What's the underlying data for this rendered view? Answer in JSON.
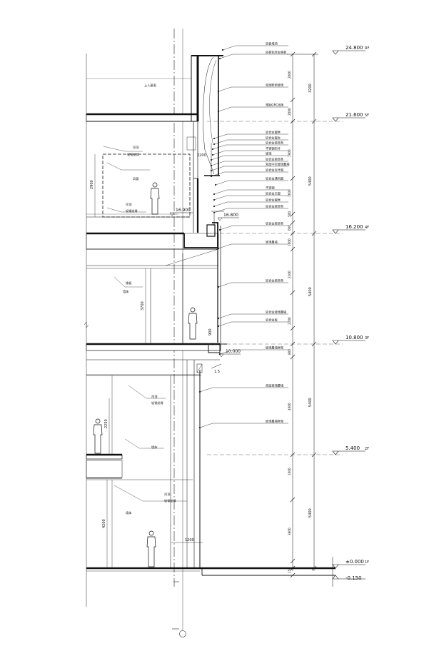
{
  "levels": [
    {
      "value": "24.800",
      "floor": "RF"
    },
    {
      "value": "21.600",
      "floor": "5F"
    },
    {
      "value": "16.200",
      "floor": "4F"
    },
    {
      "value": "10.800",
      "floor": "3F"
    },
    {
      "value": "5.400",
      "floor": "2F"
    },
    {
      "value": "±0.000",
      "floor": "1F"
    }
  ],
  "ground_secondary": "-0.150",
  "spot_levels": {
    "a": "16.900",
    "b": "16.800",
    "c": "10.000"
  },
  "dims_floor": [
    "3200",
    "5400",
    "5400",
    "5400",
    "5400"
  ],
  "dims_detail": [
    "2000",
    "2000",
    "1900",
    "1600",
    "500",
    "600",
    "1000",
    "2200",
    "2200",
    "800",
    "4600",
    "1600",
    "3800",
    "150"
  ],
  "dims_left": [
    "2900",
    "3700",
    "2250",
    "4200"
  ],
  "dims_misc": [
    "2200",
    "900",
    "1200"
  ],
  "slope": "1.5",
  "callouts": [
    "铝板墙顶",
    "铝板铝合金面板",
    "双层断桥玻璃",
    "预制GRC线条",
    "铝合金窗框",
    "铝合金窗台",
    "铝合金装饰条",
    "不锈钢栏杆",
    "玻璃",
    "铝合金装饰条",
    "双层中空玻璃幕墙",
    "铝合金百叶窗",
    "铝合金通风窗",
    "不锈钢",
    "铝合金天窗",
    "铝合金窗框",
    "铝合金装饰条",
    "铝合金装饰条",
    "玻璃幕墙",
    "铝合金装饰条",
    "铝合金玻璃幕墙",
    "铝合金板",
    "玻璃幕墙框架",
    "双层玻璃幕墙",
    "玻璃幕墙框架"
  ],
  "notes": [
    "上人屋面",
    "吊顶",
    "轻钢龙骨",
    "风管",
    "吊顶",
    "轻钢龙骨",
    "楼板",
    "墙体",
    "吊顶",
    "轻钢龙骨",
    "墙体",
    "吊顶",
    "轻钢龙骨",
    "墙体"
  ]
}
